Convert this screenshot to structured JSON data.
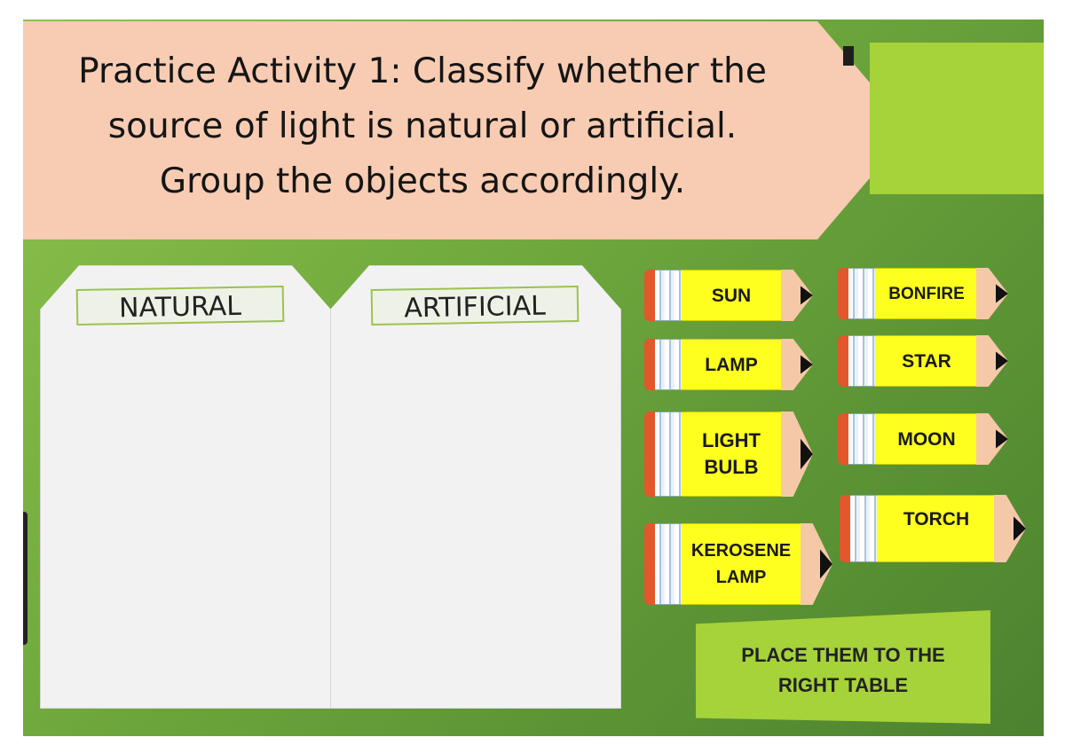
{
  "title": {
    "lines": [
      "Practice Activity 1: Classify whether the",
      "source of light is natural or artificial.",
      "Group the objects accordingly."
    ]
  },
  "tables": {
    "natural": "NATURAL",
    "artificial": "ARTIFICIAL"
  },
  "pencils": [
    {
      "label": "SUN"
    },
    {
      "label": "BONFIRE"
    },
    {
      "label": "LAMP"
    },
    {
      "label": "STAR"
    },
    {
      "label": "LIGHT\nBULB"
    },
    {
      "label": "MOON"
    },
    {
      "label": "TORCH"
    },
    {
      "label": "KEROSENE\nLAMP"
    }
  ],
  "instruction": {
    "line1": "PLACE THEM TO THE",
    "line2": "RIGHT TABLE"
  },
  "colors": {
    "background": "#6fa83e",
    "banner": "#f7ccb2",
    "accent_green": "#a6d23a",
    "pencil_yellow": "#ffff1f",
    "pencil_eraser": "#e2572b"
  }
}
